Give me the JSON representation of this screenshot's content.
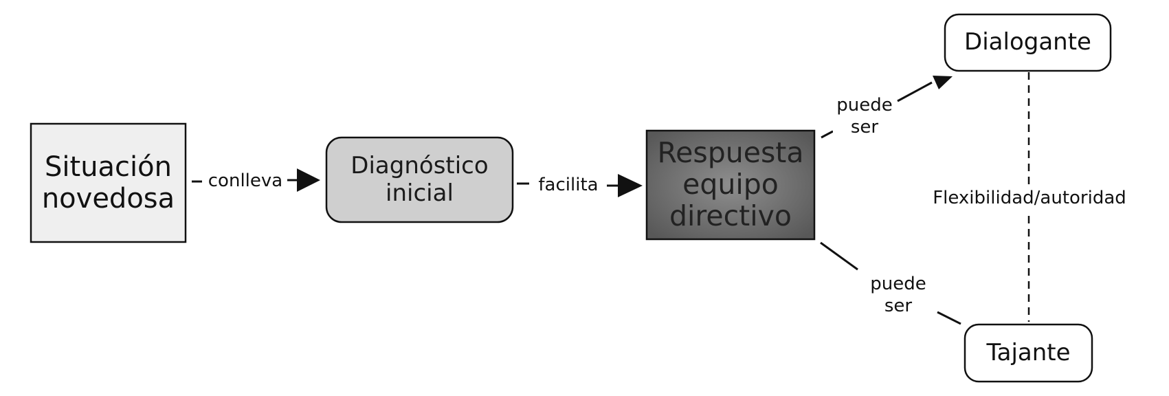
{
  "diagram": {
    "nodes": {
      "situacion": {
        "label": "Situación\nnovedosa"
      },
      "diagnostico": {
        "label": "Diagnóstico\ninicial"
      },
      "respuesta": {
        "label": "Respuesta\nequipo\ndirectivo"
      },
      "dialogante": {
        "label": "Dialogante"
      },
      "tajante": {
        "label": "Tajante"
      }
    },
    "edges": {
      "conlleva": {
        "label": "conlleva"
      },
      "facilita": {
        "label": "facilita"
      },
      "puede_ser_top": {
        "label": "puede\nser"
      },
      "puede_ser_bottom": {
        "label": "puede\nser"
      },
      "flexibilidad": {
        "label": "Flexibilidad/autoridad"
      }
    },
    "colors": {
      "situacion_fill": "#efefef",
      "diagnostico_fill": "#cfcfcf",
      "respuesta_fill_center": "#8a8a8a",
      "respuesta_fill_edge": "#5a5a5a",
      "white_fill": "#ffffff",
      "stroke": "#111111"
    }
  }
}
